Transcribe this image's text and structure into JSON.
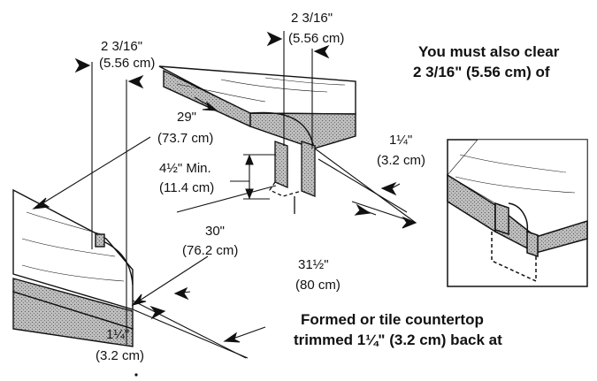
{
  "labels": {
    "top_left_in": "2 3/16\"",
    "top_left_cm": "(5.56 cm)",
    "top_right_in": "2 3/16\"",
    "top_right_cm": "(5.56 cm)",
    "d29_in": "29\"",
    "d29_cm": "(73.7 cm)",
    "min_in": "4½\" Min.",
    "min_cm": "(11.4 cm)",
    "d30_in": "30\"",
    "d30_cm": "(76.2 cm)",
    "d315_in": "31½\"",
    "d315_cm": "(80 cm)",
    "right_114_in": "1¼\"",
    "right_114_cm": "(3.2 cm)",
    "left_114_in": "1¼\"",
    "left_114_cm": "(3.2 cm)"
  },
  "notes": {
    "clear_line1": "You must also clear",
    "clear_line2": "2 3/16\" (5.56 cm) of",
    "countertop_line1": "Formed or tile countertop",
    "countertop_line2": "trimmed 1¼\" (3.2 cm) back at"
  },
  "colors": {
    "line": "#111111",
    "shade": "#9a9a9a",
    "surface": "#ffffff"
  }
}
